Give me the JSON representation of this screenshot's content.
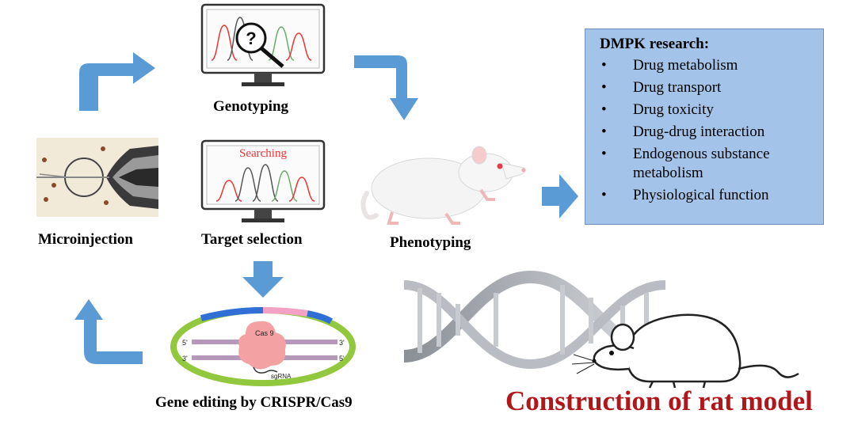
{
  "labels": {
    "genotyping": "Genotyping",
    "microinjection": "Microinjection",
    "target_selection": "Target selection",
    "phenotyping": "Phenotyping",
    "gene_editing": "Gene editing by CRISPR/Cas9"
  },
  "monitor_top": {
    "symbol": "?"
  },
  "monitor_mid": {
    "text": "Searching"
  },
  "crispr": {
    "cas9": "Cas 9",
    "five_prime_left": "5'",
    "three_prime_right": "3'",
    "three_prime_left": "3'",
    "five_prime_right": "5'",
    "sgrna": "sgRNA"
  },
  "dmpk": {
    "title": "DMPK research",
    "items": [
      "Drug metabolism",
      "Drug transport",
      "Drug toxicity",
      "Drug-drug interaction",
      "Endogenous substance metabolism",
      "Physiological function"
    ]
  },
  "construction_title": "Construction of rat model",
  "colors": {
    "arrow": "#5b9bd5",
    "box_fill": "#a3c3e9",
    "title_red": "#b0161a",
    "plasmid_green": "#92c83e",
    "cas9_pink": "#f4a1a3"
  }
}
